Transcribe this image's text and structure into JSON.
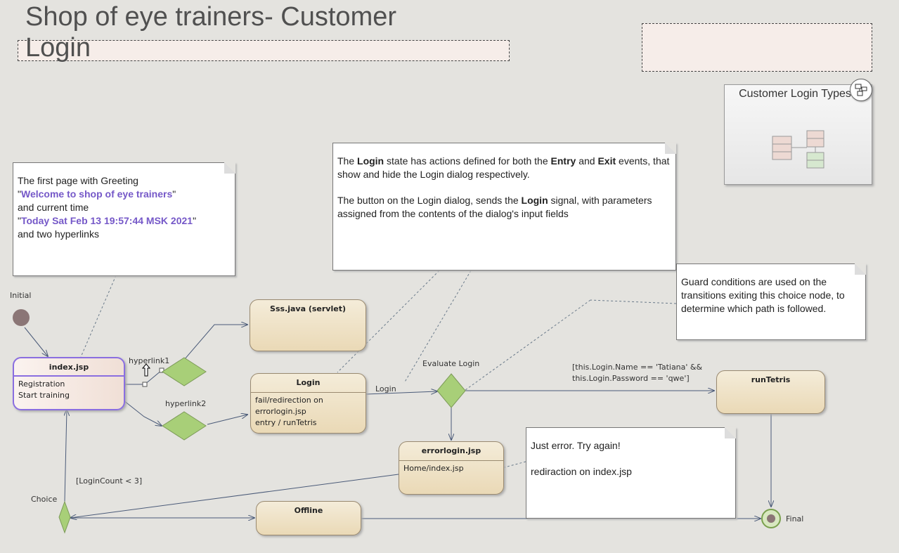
{
  "header": {
    "title_line1": "Shop of eye trainers- Customer",
    "title_line2": "Login"
  },
  "package": {
    "title": "Customer Login Types",
    "icon": "package-diagram-icon"
  },
  "notes": {
    "greeting": {
      "line1": "The first page with Greeting",
      "quote_open": "\"",
      "welcome": "Welcome to shop of eye trainers",
      "quote_close": "\"",
      "line3": "and current time",
      "time": "Today Sat Feb 13 19:57:44 MSK 2021",
      "line5": "and two hyperlinks"
    },
    "login": {
      "p1_a": "The ",
      "p1_b": "Login",
      "p1_c": " state has actions defined for both the ",
      "p1_d": "Entry",
      "p1_e": " and ",
      "p1_f": "Exit",
      "p1_g": " events, that show and hide the Login dialog respectively.",
      "p2_a": "The button on the Login dialog, sends the ",
      "p2_b": "Login",
      "p2_c": " signal, with parameters assigned from the contents of the dialog's input fields"
    },
    "guard": "Guard conditions are used on the transitions exiting this choice node, to determine which path is followed.",
    "error": {
      "line1": "Just error. Try again!",
      "line2": "rediraction on index.jsp"
    }
  },
  "states": {
    "index": {
      "name": "index.jsp",
      "actions": [
        "Registration",
        "Start training"
      ]
    },
    "sss": {
      "name": "Sss.java (servlet)"
    },
    "login": {
      "name": "Login",
      "actions": [
        "fail/redirection on errorlogin.jsp",
        "entry / runTetris"
      ]
    },
    "errorlogin": {
      "name": "errorlogin.jsp",
      "actions": [
        "Home/index.jsp"
      ]
    },
    "runTetris": {
      "name": "runTetris"
    },
    "offline": {
      "name": "Offline"
    }
  },
  "labels": {
    "initial": "Initial",
    "final": "Final",
    "choice": "Choice",
    "hyperlink1": "hyperlink1",
    "hyperlink2": "hyperlink2",
    "evaluate_login": "Evaluate Login",
    "login_signal": "Login",
    "login_count": "[LoginCount < 3]",
    "guard_line1": "[this.Login.Name == 'Tatiana' &&",
    "guard_line2": "this.Login.Password == 'qwe']"
  },
  "colors": {
    "background": "#e4e3df",
    "choice_fill": "#a8cf78",
    "state_fill": "#f0e4c8",
    "highlight_text": "#7558c8",
    "selected_border": "#8a6ee0"
  }
}
